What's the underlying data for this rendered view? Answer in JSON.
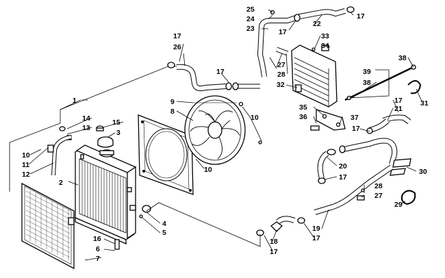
{
  "diagram": {
    "callouts": [
      {
        "id": "c1",
        "text": "1"
      },
      {
        "id": "c2",
        "text": "2"
      },
      {
        "id": "c3",
        "text": "3"
      },
      {
        "id": "c4",
        "text": "4"
      },
      {
        "id": "c5",
        "text": "5"
      },
      {
        "id": "c6",
        "text": "6"
      },
      {
        "id": "c7",
        "text": "7"
      },
      {
        "id": "c8",
        "text": "8"
      },
      {
        "id": "c9",
        "text": "9"
      },
      {
        "id": "c10a",
        "text": "10"
      },
      {
        "id": "c10b",
        "text": "10"
      },
      {
        "id": "c10c",
        "text": "10"
      },
      {
        "id": "c11",
        "text": "11"
      },
      {
        "id": "c12",
        "text": "12"
      },
      {
        "id": "c13",
        "text": "13"
      },
      {
        "id": "c14",
        "text": "14"
      },
      {
        "id": "c15",
        "text": "15"
      },
      {
        "id": "c16",
        "text": "16"
      },
      {
        "id": "c17a",
        "text": "17"
      },
      {
        "id": "c17b",
        "text": "17"
      },
      {
        "id": "c17c",
        "text": "17"
      },
      {
        "id": "c17d",
        "text": "17"
      },
      {
        "id": "c17e",
        "text": "17"
      },
      {
        "id": "c17f",
        "text": "17"
      },
      {
        "id": "c17g",
        "text": "17"
      },
      {
        "id": "c17h",
        "text": "17"
      },
      {
        "id": "c17i",
        "text": "17"
      },
      {
        "id": "c18",
        "text": "18"
      },
      {
        "id": "c19",
        "text": "19"
      },
      {
        "id": "c20",
        "text": "20"
      },
      {
        "id": "c21",
        "text": "21"
      },
      {
        "id": "c22",
        "text": "22"
      },
      {
        "id": "c23",
        "text": "23"
      },
      {
        "id": "c24",
        "text": "24"
      },
      {
        "id": "c25",
        "text": "25"
      },
      {
        "id": "c26",
        "text": "26"
      },
      {
        "id": "c27a",
        "text": "27"
      },
      {
        "id": "c27b",
        "text": "27"
      },
      {
        "id": "c28a",
        "text": "28"
      },
      {
        "id": "c28b",
        "text": "28"
      },
      {
        "id": "c29",
        "text": "29"
      },
      {
        "id": "c30",
        "text": "30"
      },
      {
        "id": "c31",
        "text": "31"
      },
      {
        "id": "c32",
        "text": "32"
      },
      {
        "id": "c33",
        "text": "33"
      },
      {
        "id": "c34",
        "text": "34"
      },
      {
        "id": "c35",
        "text": "35"
      },
      {
        "id": "c36",
        "text": "36"
      },
      {
        "id": "c37",
        "text": "37"
      },
      {
        "id": "c38a",
        "text": "38"
      },
      {
        "id": "c38b",
        "text": "38"
      },
      {
        "id": "c39",
        "text": "39"
      }
    ]
  }
}
